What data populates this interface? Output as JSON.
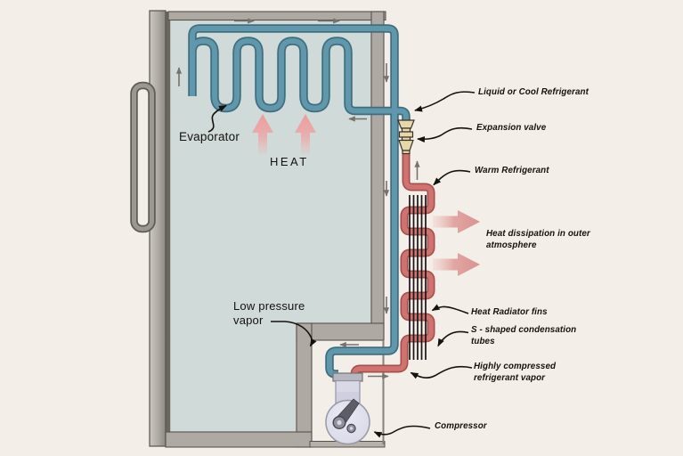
{
  "diagram": {
    "subject": "refrigerator-refrigeration-cycle",
    "labels": {
      "evaporator": "Evaporator",
      "heat": "HEAT",
      "low_pressure_vapor": "Low pressure vapor",
      "liquid_or_cool_refrigerant": "Liquid or Cool Refrigerant",
      "expansion_valve": "Expansion valve",
      "warm_refrigerant": "Warm Refrigerant",
      "heat_dissipation": "Heat dissipation in outer atmosphere",
      "heat_radiator_fins": "Heat Radiator fins",
      "s_shaped_condensation_tubes": "S - shaped condensation tubes",
      "highly_compressed_refrigerant_vapor": "Highly compressed refrigerant vapor",
      "compressor": "Compressor"
    },
    "colors": {
      "background": "#f3efe8",
      "cabinet_gray": "#aeaaa3",
      "cabinet_outline": "#56524c",
      "interior": "#cfdad9",
      "cold_pipe_fill": "#6097ab",
      "cold_pipe_edge": "#3f6e80",
      "hot_pipe_fill": "#cf7370",
      "hot_pipe_edge": "#a44f4c",
      "heat_arrow_pink": "#ec9b9a",
      "dissipation_arrow_pink": "#d98e8c",
      "expansion_valve_tan": "#e6d8ab",
      "compressor_body": "#d8d8e6",
      "radiator_fins": "#161616",
      "flow_arrow_gray": "#76726c",
      "label_text": "#15110d"
    },
    "flow_indicators": {
      "evaporator_top_flow": "right",
      "evaporator_left_flow": "up",
      "feed_into_cabinet_flow": "left",
      "return_pipe_flow": "down",
      "to_expansion_valve_flow": "up",
      "to_compressor_flow": "left",
      "from_compressor_flow": "right",
      "heat_into_evaporator": "up",
      "heat_dissipation_direction": "right"
    }
  }
}
